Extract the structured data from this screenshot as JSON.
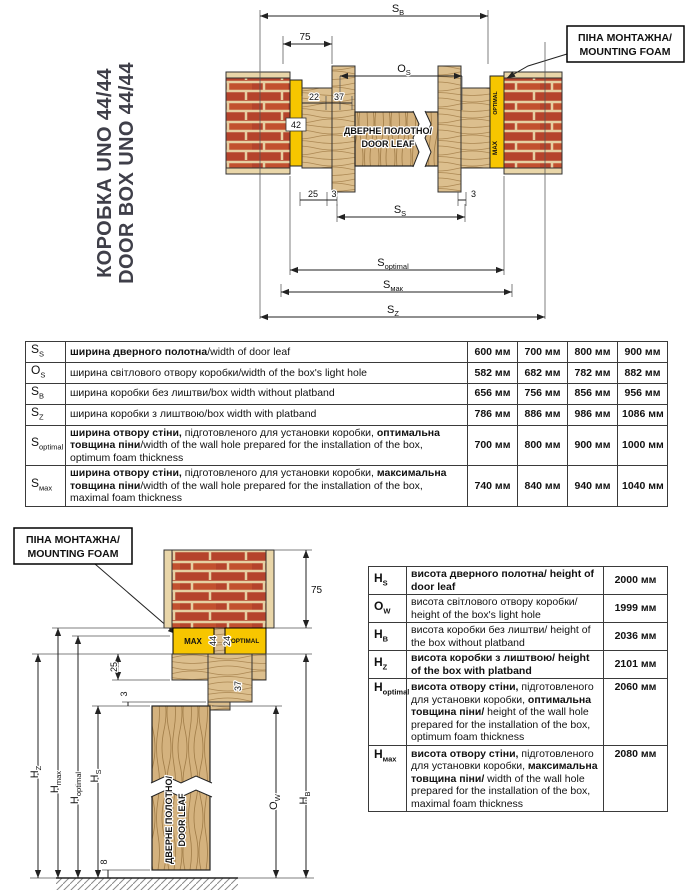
{
  "title": {
    "line1": "КОРОБКА UNO 44/44",
    "line2": "DOOR BOX UNO 44/44"
  },
  "callouts": {
    "foam_line1": "ПІНА МОНТАЖНА/",
    "foam_line2": "MOUNTING FOAM"
  },
  "door_leaf": {
    "line1": "ДВЕРНЕ ПОЛОТНО/",
    "line2": "DOOR LEAF"
  },
  "foam_marks": {
    "max": "MAX",
    "optimal": "OPTIMAL"
  },
  "top_drawing": {
    "dims": {
      "sb": {
        "main": "S",
        "sub": "B"
      },
      "os": {
        "main": "O",
        "sub": "S"
      },
      "ss": {
        "main": "S",
        "sub": "S"
      },
      "soptimal": {
        "main": "S",
        "sub": "optimal"
      },
      "smak": {
        "main": "S",
        "sub": "мак"
      },
      "sz": {
        "main": "S",
        "sub": "Z"
      },
      "d75": "75",
      "d22": "22",
      "d37": "37",
      "d42": "42",
      "d25": "25",
      "d3l": "3",
      "d3r": "3"
    }
  },
  "bottom_drawing": {
    "dims": {
      "hz": {
        "main": "H",
        "sub": "Z"
      },
      "hmax": {
        "main": "H",
        "sub": "max"
      },
      "hoptimal": {
        "main": "H",
        "sub": "optimal"
      },
      "hs": {
        "main": "H",
        "sub": "S"
      },
      "ow": {
        "main": "O",
        "sub": "W"
      },
      "hb": {
        "main": "H",
        "sub": "B"
      },
      "d8": "8",
      "d25": "25",
      "d3": "3",
      "d44": "44",
      "d24": "24",
      "d37": "37",
      "d75": "75"
    }
  },
  "width_table": {
    "rows": [
      {
        "sym": {
          "main": "S",
          "sub": "S"
        },
        "desc_b1": "ширина дверного полотна",
        "desc_r1": "/width of door leaf",
        "desc_b2": "",
        "desc_r2": "",
        "values": [
          "600 мм",
          "700 мм",
          "800 мм",
          "900 мм"
        ]
      },
      {
        "sym": {
          "main": "O",
          "sub": "S"
        },
        "desc_b1": "",
        "desc_r1": "ширина світлового отвору коробки/width of the box's light hole",
        "desc_b2": "",
        "desc_r2": "",
        "values": [
          "582 мм",
          "682 мм",
          "782 мм",
          "882 мм"
        ]
      },
      {
        "sym": {
          "main": "S",
          "sub": "B"
        },
        "desc_b1": "",
        "desc_r1": "ширина коробки без лиштви/box width without platband",
        "desc_b2": "",
        "desc_r2": "",
        "values": [
          "656 мм",
          "756 мм",
          "856 мм",
          "956 мм"
        ]
      },
      {
        "sym": {
          "main": "S",
          "sub": "Z"
        },
        "desc_b1": "",
        "desc_r1": "ширина коробки з лиштвою/box width with platband",
        "desc_b2": "",
        "desc_r2": "",
        "values": [
          "786 мм",
          "886 мм",
          "986 мм",
          "1086 мм"
        ]
      },
      {
        "sym": {
          "main": "S",
          "sub": "optimal"
        },
        "desc_b1": "ширина отвору стіни,",
        "desc_r1": " підготовленого для установки коробки, ",
        "desc_b2": "оптимальна товщина піни",
        "desc_r2": "/width of the wall hole prepared for the installation of the box, optimum foam thickness",
        "values": [
          "700 мм",
          "800 мм",
          "900 мм",
          "1000 мм"
        ]
      },
      {
        "sym": {
          "main": "S",
          "sub": "мах"
        },
        "desc_b1": "ширина отвору стіни,",
        "desc_r1": " підготовленого для установки коробки, ",
        "desc_b2": "максимальна товщина піни",
        "desc_r2": "/width of the wall hole prepared for the installation of the box, maximal foam thickness",
        "values": [
          "740 мм",
          "840 мм",
          "940 мм",
          "1040 мм"
        ]
      }
    ]
  },
  "height_table": {
    "rows": [
      {
        "sym": {
          "main": "H",
          "sub": "S"
        },
        "desc_b1": "висота дверного полотна/ height of door leaf",
        "desc_r1": "",
        "desc_b2": "",
        "desc_r2": "",
        "value": "2000 мм"
      },
      {
        "sym": {
          "main": "O",
          "sub": "W"
        },
        "desc_b1": "",
        "desc_r1": "висота світлового отвору коробки/ height of the box's light hole",
        "desc_b2": "",
        "desc_r2": "",
        "value": "1999 мм"
      },
      {
        "sym": {
          "main": "H",
          "sub": "B"
        },
        "desc_b1": "",
        "desc_r1": "висота коробки без лиштви/ height of the box without platband",
        "desc_b2": "",
        "desc_r2": "",
        "value": "2036 мм"
      },
      {
        "sym": {
          "main": "H",
          "sub": "Z"
        },
        "desc_b1": "висота коробки з лиштвою/ height of the box with platband",
        "desc_r1": "",
        "desc_b2": "",
        "desc_r2": "",
        "value": "2101 мм"
      },
      {
        "sym": {
          "main": "H",
          "sub": "optimal"
        },
        "desc_b1": "висота отвору стіни,",
        "desc_r1": " підготовленого для установки коробки, ",
        "desc_b2": "оптимальна товщина піни/",
        "desc_r2": " height of the wall hole prepared for the installation of the box, optimum foam thickness",
        "value": "2060 мм"
      },
      {
        "sym": {
          "main": "H",
          "sub": "мах"
        },
        "desc_b1": "висота отвору стіни,",
        "desc_r1": " підготовленого для установки коробки, ",
        "desc_b2": "максимальна товщина піни/",
        "desc_r2": " width of the wall hole prepared for the installation of the box, maximal foam thickness",
        "value": "2080 мм"
      }
    ]
  },
  "colors": {
    "foam_yellow": "#f7c600",
    "brick_red": "#b5432c",
    "wood_tan": "#dcbf8e"
  }
}
